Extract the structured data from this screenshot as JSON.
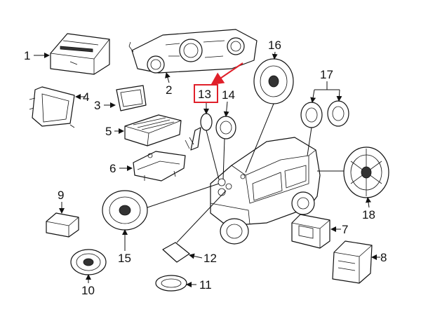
{
  "callouts": {
    "c1": "1",
    "c2": "2",
    "c3": "3",
    "c4": "4",
    "c5": "5",
    "c6": "6",
    "c7": "7",
    "c8": "8",
    "c9": "9",
    "c10": "10",
    "c11": "11",
    "c12": "12",
    "c13": "13",
    "c14": "14",
    "c15": "15",
    "c16": "16",
    "c17": "17",
    "c18": "18"
  },
  "highlight": {
    "callout": "13",
    "color": "#e0202a"
  }
}
